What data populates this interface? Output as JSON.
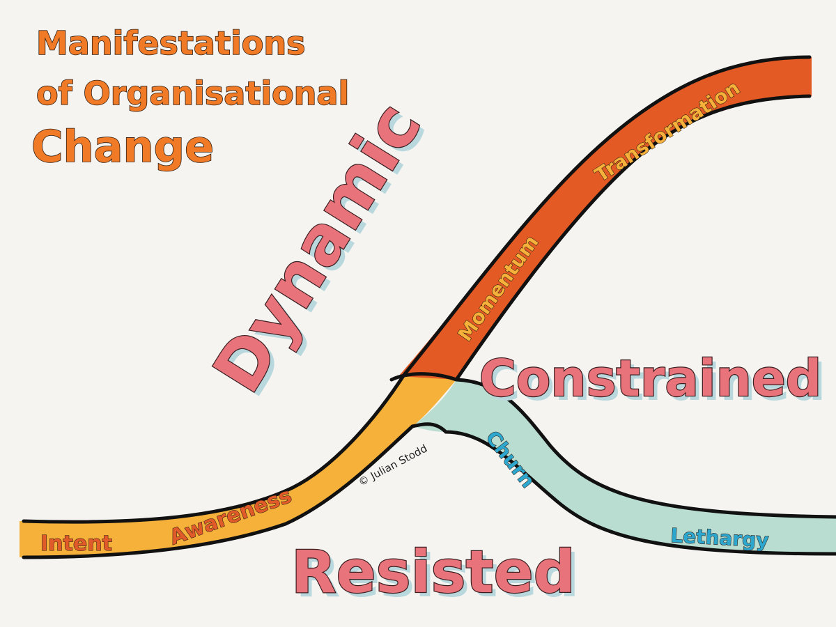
{
  "title": {
    "line1": "Manifestations",
    "line2": "of Organisational",
    "line3": "Change"
  },
  "outcomes": {
    "dynamic": "Dynamic",
    "constrained": "Constrained",
    "resisted": "Resisted"
  },
  "stages": {
    "intent": "Intent",
    "awareness": "Awareness",
    "momentum": "Momentum",
    "transformation": "Transformation",
    "churn": "Churn",
    "lethargy": "Lethargy"
  },
  "credit": "© Julian Stodd",
  "colors": {
    "yellow_band": "#f5b13a",
    "orange_band": "#e45a24",
    "teal_band": "#b9ddd1",
    "outline": "#111111",
    "title": "#f07a26",
    "outcome_words": "#e8737b",
    "shadow": "#b9d8dd",
    "stage_on_yellow": "#e05a2a",
    "stage_on_orange": "#f5b13a",
    "stage_on_teal": "#2ea7cf"
  }
}
